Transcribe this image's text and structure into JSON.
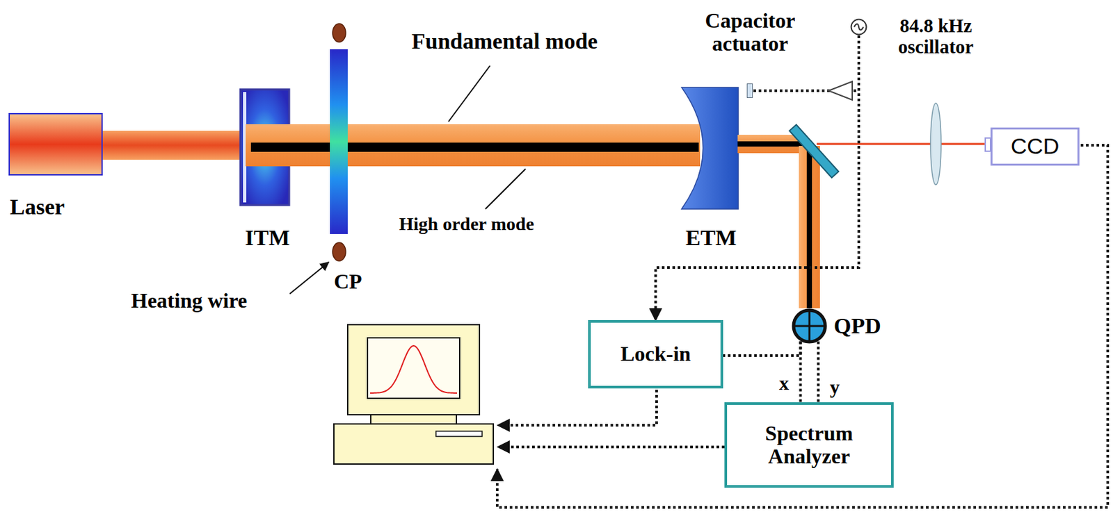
{
  "diagram": {
    "nodes": [
      {
        "text": [
          "Laser"
        ]
      },
      {
        "text": [
          "ITM"
        ]
      },
      {
        "text": [
          "CP"
        ]
      },
      {
        "text": [
          "ETM"
        ]
      },
      {
        "text": [
          "Capacitor actuator"
        ]
      },
      {
        "text": [
          "84.8 kHz oscillator"
        ]
      },
      {
        "text": [
          "CCD"
        ]
      },
      {
        "text": [
          "QPD"
        ]
      },
      {
        "text": [
          "Lock-in"
        ]
      },
      {
        "text": [
          "Spectrum Analyzer"
        ]
      }
    ],
    "edges": [
      {
        "from": 5,
        "to": 4,
        "arrow": "none"
      },
      {
        "from": 5,
        "to": 8,
        "arrow": "to"
      },
      {
        "from": 7,
        "to": 8,
        "arrow": "none"
      },
      {
        "from": 7,
        "to": 9,
        "label": "x",
        "arrow": "none"
      },
      {
        "from": 7,
        "to": 9,
        "label": "y",
        "arrow": "none"
      }
    ],
    "labels": [
      "Fundamental mode",
      "High order mode",
      "Heating wire"
    ]
  }
}
